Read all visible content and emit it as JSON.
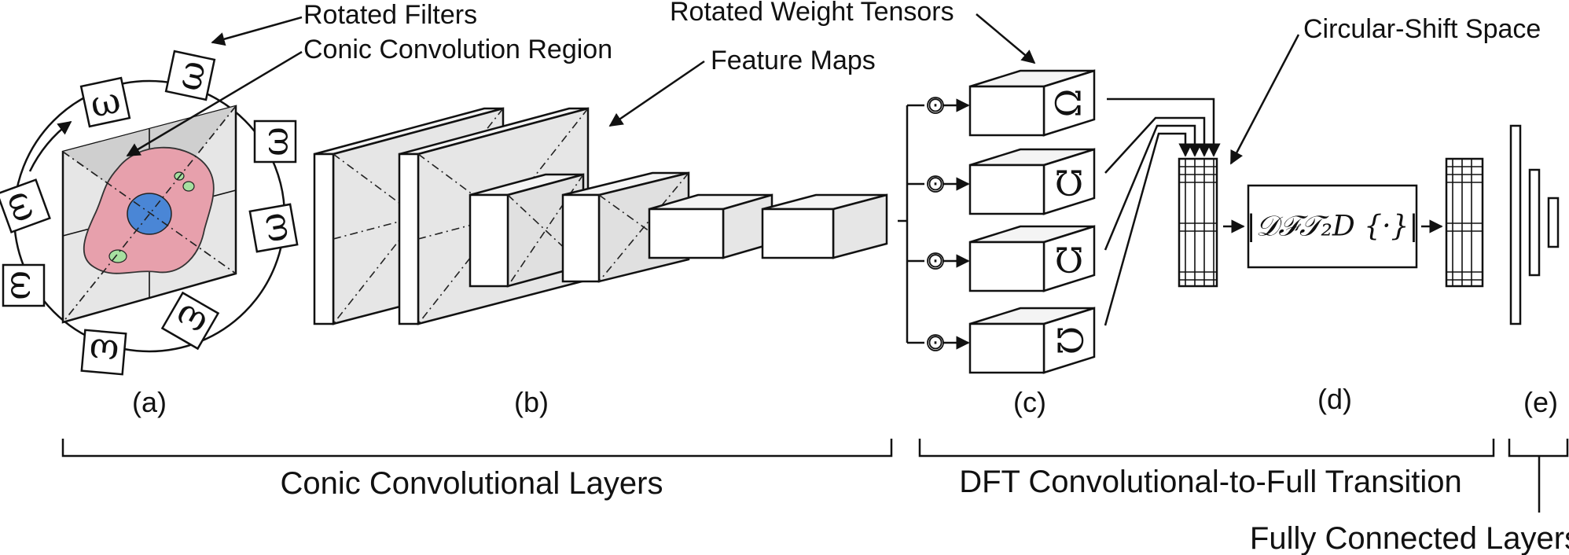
{
  "labels": {
    "rotated_filters": "Rotated Filters",
    "conic_region": "Conic Convolution Region",
    "feature_maps": "Feature Maps",
    "rotated_weights": "Rotated Weight Tensors",
    "circular_shift": "Circular-Shift Space"
  },
  "captions": {
    "a": "(a)",
    "b": "(b)",
    "c": "(c)",
    "d": "(d)",
    "e": "(e)"
  },
  "sections": {
    "conic": "Conic Convolutional Layers",
    "dft": "DFT Convolutional-to-Full Transition",
    "fc": "Fully Connected Layers"
  },
  "dft_box": "|𝒟ℱ𝒯₂D {·}|",
  "tensor_glyphs": [
    "Ω",
    "Ω",
    "Ω",
    "Ω"
  ],
  "filter_glyphs": [
    "ω",
    "ω",
    "ω",
    "ω",
    "ω",
    "ω",
    "ω",
    "ω"
  ],
  "hadamard_symbol": "⊙",
  "colors": {
    "cell_body": "#e7a0ac",
    "nucleus": "#4a86d6",
    "vesicle": "#a6e0a0",
    "plane_fill": "#e6e6e6",
    "box_side": "#dcdcdc"
  }
}
